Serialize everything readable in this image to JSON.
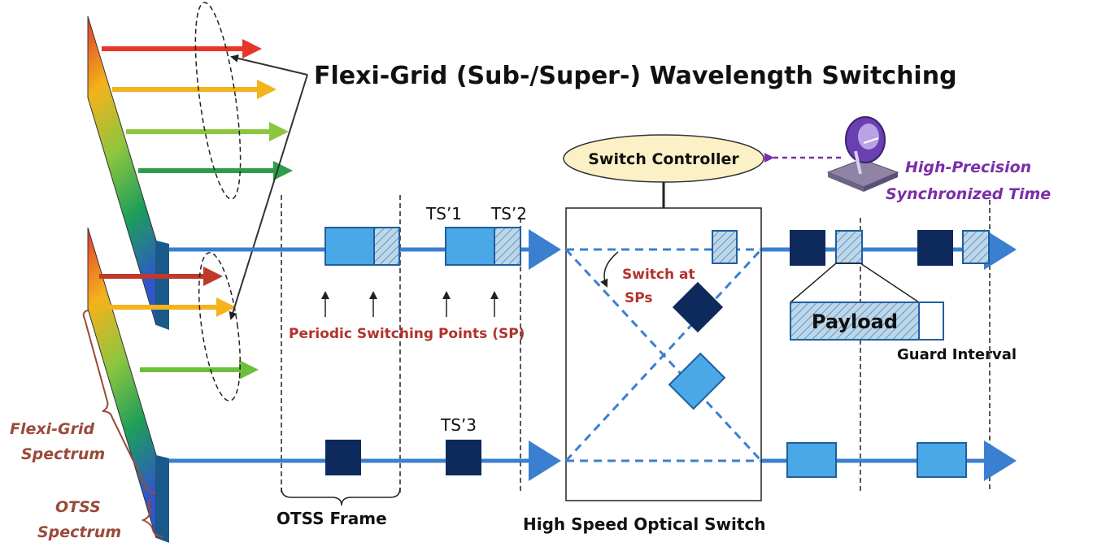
{
  "title": "Flexi-Grid (Sub-/Super-) Wavelength Switching",
  "controller": "Switch Controller",
  "sync_time": [
    "High-Precision",
    "Synchronized Time"
  ],
  "switch_at": [
    "Switch at",
    "SPs"
  ],
  "periodic_sp": "Periodic Switching Points (SP)",
  "slots": {
    "ts1": "TS’1",
    "ts2": "TS’2",
    "ts3": "TS’3"
  },
  "payload": "Payload",
  "guard": "Guard Interval",
  "otss_frame": "OTSS Frame",
  "optical_switch": "High Speed Optical Switch",
  "flexi_spectrum": [
    "Flexi-Grid",
    "Spectrum"
  ],
  "otss_spectrum": [
    "OTSS",
    "Spectrum"
  ],
  "colors": {
    "fiber": "#3b7fd0",
    "dark_block": "#0e2a5c",
    "light_block": "#4aa8e6",
    "hatched_block": "#bcd7ea",
    "red": "#b3322c",
    "purple": "#7b2fa8",
    "controller_fill": "#fbf0c6"
  },
  "icons": [
    "satellite-dish-icon"
  ]
}
